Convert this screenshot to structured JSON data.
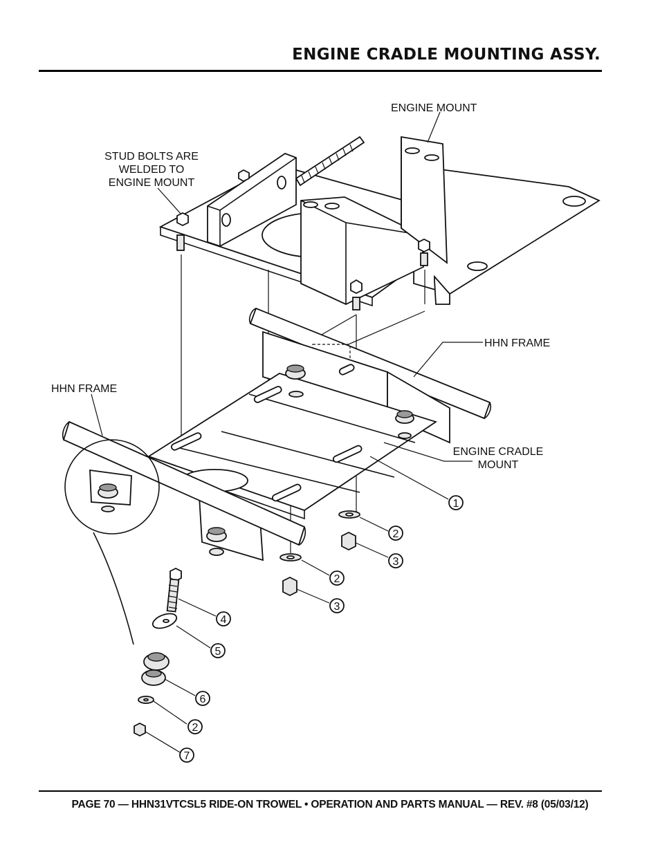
{
  "header": {
    "title": "ENGINE CRADLE MOUNTING ASSY."
  },
  "diagram": {
    "labels": {
      "engine_mount": "ENGINE MOUNT",
      "stud_bolts": [
        "STUD BOLTS  ARE",
        "WELDED TO",
        "ENGINE MOUNT"
      ],
      "hhn_frame_right": "HHN FRAME",
      "hhn_frame_left": "HHN FRAME",
      "engine_cradle_mount": [
        "ENGINE CRADLE",
        "MOUNT"
      ]
    },
    "callouts": [
      "1",
      "2",
      "3",
      "2",
      "3",
      "4",
      "5",
      "6",
      "2",
      "7"
    ]
  },
  "footer": {
    "text": "PAGE 70 — HHN31VTCSL5 RIDE-ON TROWEL • OPERATION AND PARTS MANUAL — REV. #8 (05/03/12)"
  }
}
